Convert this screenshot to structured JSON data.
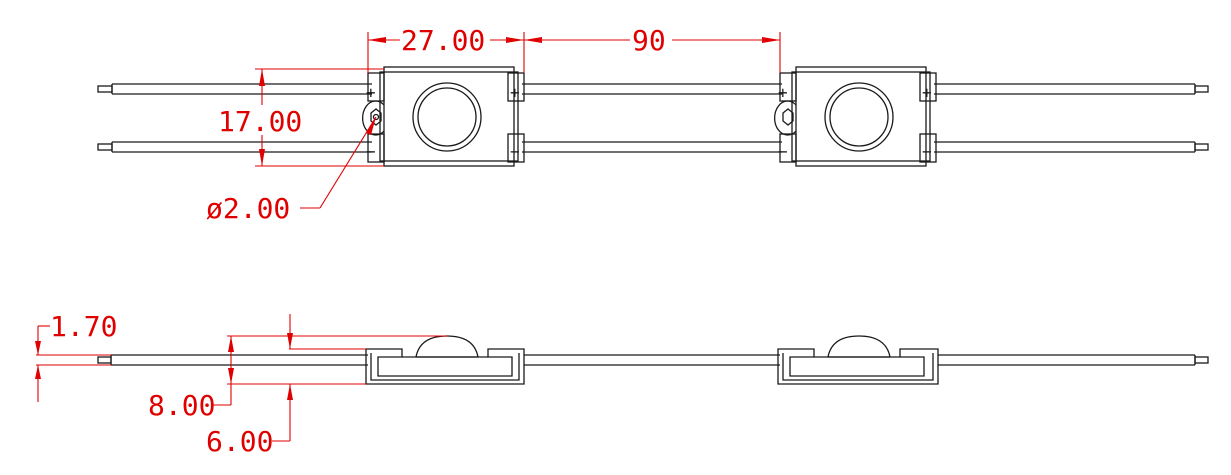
{
  "colors": {
    "outline": "#1a1a1a",
    "dimension": "#e00000",
    "background": "#ffffff"
  },
  "dimensions": {
    "module_length": "27.00",
    "module_spacing": "90",
    "module_width": "17.00",
    "hole_diameter": "ø2.00",
    "wire_thickness": "1.70",
    "total_height": "8.00",
    "body_height": "6.00"
  },
  "symbols": {
    "positive": "+",
    "negative": "−"
  }
}
